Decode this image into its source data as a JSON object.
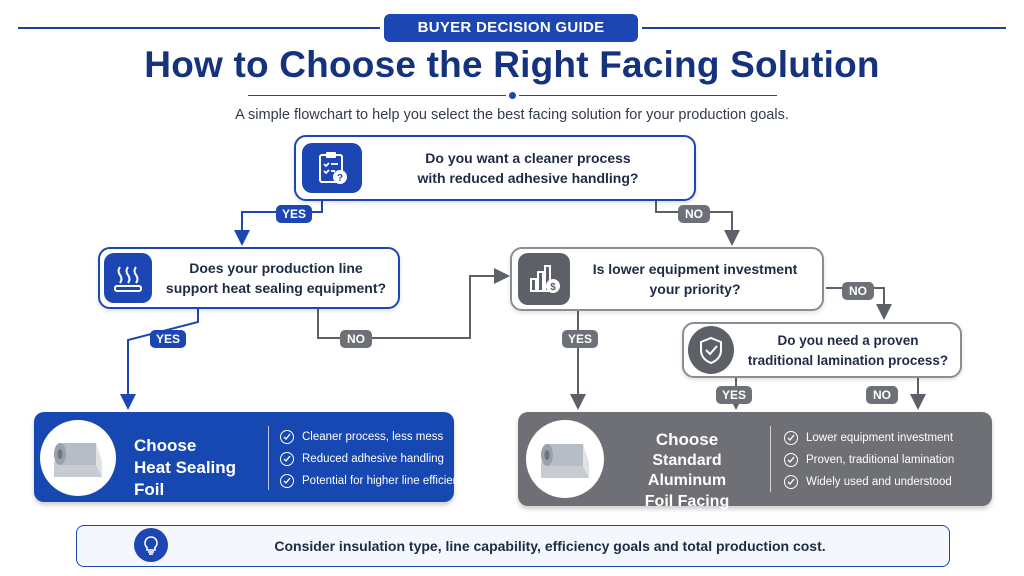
{
  "header": {
    "badge": "BUYER DECISION GUIDE",
    "title": "How to Choose the Right Facing Solution",
    "subtitle": "A simple flowchart to help you select the best facing solution for your production goals."
  },
  "questions": {
    "q1": {
      "line1": "Do you want a cleaner process",
      "line2": "with reduced adhesive handling?",
      "icon": "clipboard-question-icon"
    },
    "q2": {
      "line1": "Does your production line",
      "line2": "support heat sealing equipment?",
      "icon": "heat-waves-icon"
    },
    "q3": {
      "line1": "Is lower equipment investment",
      "line2": "your priority?",
      "icon": "cost-chart-icon"
    },
    "q4": {
      "line1": "Do you need a proven",
      "line2": "traditional lamination process?",
      "icon": "shield-check-icon"
    }
  },
  "labels": {
    "yes": "YES",
    "no": "NO"
  },
  "results": {
    "heat_sealing": {
      "title_line1": "Choose",
      "title_line2": "Heat Sealing Foil",
      "bullets": [
        "Cleaner process, less mess",
        "Reduced adhesive handling",
        "Potential for higher line efficiency"
      ],
      "color": "#1747b0"
    },
    "standard": {
      "title_line1": "Choose",
      "title_line2": "Standard Aluminum",
      "title_line3": "Foil Facing",
      "bullets": [
        "Lower equipment investment",
        "Proven, traditional lamination",
        "Widely used and understood"
      ],
      "color": "#6e7076"
    }
  },
  "footer": {
    "text": "Consider insulation type, line capability, efficiency goals and total production cost.",
    "icon": "lightbulb-icon"
  },
  "colors": {
    "primary_blue": "#1b46b3",
    "title_navy": "#14327d",
    "neutral_gray": "#6d7077"
  }
}
